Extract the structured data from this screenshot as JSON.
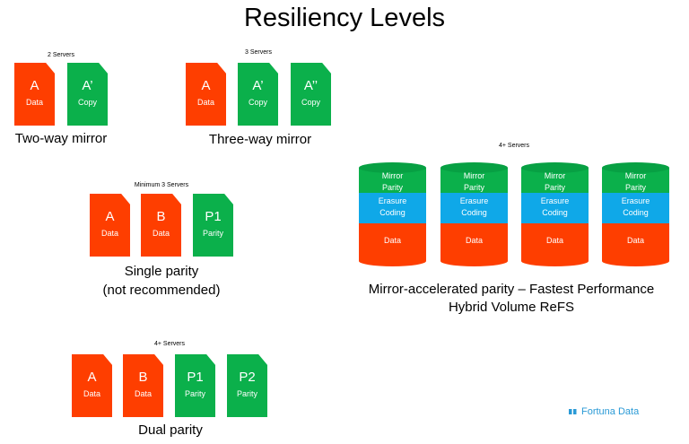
{
  "title": "Resiliency Levels",
  "two_way": {
    "server_label": "2 Servers",
    "caption": "Two-way mirror",
    "blocks": [
      {
        "big": "A",
        "label": "Data",
        "color": "red"
      },
      {
        "big": "A’",
        "label": "Copy",
        "color": "green"
      }
    ]
  },
  "three_way": {
    "server_label": "3 Servers",
    "caption": "Three-way mirror",
    "blocks": [
      {
        "big": "A",
        "label": "Data",
        "color": "red"
      },
      {
        "big": "A’",
        "label": "Copy",
        "color": "green"
      },
      {
        "big": "A’’",
        "label": "Copy",
        "color": "green"
      }
    ]
  },
  "single_parity": {
    "server_label": "Minimum 3 Servers",
    "caption_line1": "Single parity",
    "caption_line2": "(not recommended)",
    "blocks": [
      {
        "big": "A",
        "label": "Data",
        "color": "red"
      },
      {
        "big": "B",
        "label": "Data",
        "color": "red"
      },
      {
        "big": "P1",
        "label": "Parity",
        "color": "green"
      }
    ]
  },
  "dual_parity": {
    "server_label": "4+ Servers",
    "caption": "Dual parity",
    "blocks": [
      {
        "big": "A",
        "label": "Data",
        "color": "red"
      },
      {
        "big": "B",
        "label": "Data",
        "color": "red"
      },
      {
        "big": "P1",
        "label": "Parity",
        "color": "green"
      },
      {
        "big": "P2",
        "label": "Parity",
        "color": "green"
      }
    ]
  },
  "mirror_accelerated": {
    "server_label": "4+ Servers",
    "caption_line1": "Mirror-accelerated parity – Fastest Performance",
    "caption_line2": "Hybrid Volume ReFS",
    "cylinder": {
      "top": [
        "Mirror",
        "Parity"
      ],
      "middle": [
        "Erasure",
        "Coding"
      ],
      "bottom": "Data"
    },
    "cylinder_count": 4
  },
  "logo": "Fortuna Data",
  "colors": {
    "red": "#fe3e00",
    "green": "#0bb04b",
    "blue": "#0fa8e8",
    "logo": "#2a9ad6"
  }
}
